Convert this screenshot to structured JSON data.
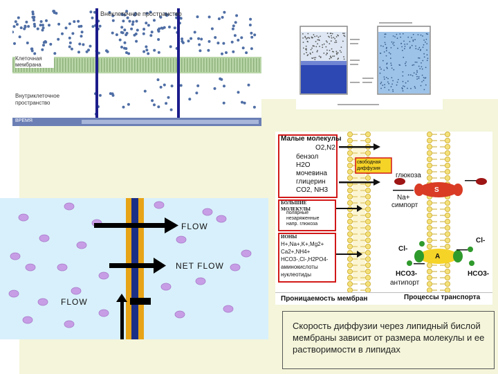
{
  "colors": {
    "page_background": "#f4f5da",
    "membrane_line": "#1c1c8c",
    "molecule_dot": "#4f6ea5",
    "flow_panel_bg": "#d8f0fb",
    "flow_molecule": "#c79ee6",
    "flow_membrane": "#e8a417",
    "arrow_red": "#d21818",
    "lipid_yellow": "#f5e17a",
    "carrier_red": "#d93b25",
    "carrier_green": "#2f9a2c",
    "carrier_yellow": "#f6d327"
  },
  "diffusion_panel": {
    "extracellular_label": "Внеклеточное пространство",
    "membrane_label": "Клеточная мембрана",
    "intracellular_label": "Внутриклеточное пространство",
    "time_label": "ВРЕМЯ"
  },
  "flow_panel": {
    "flow_label_top": "FLOW",
    "net_flow_label": "NET FLOW",
    "flow_label_bottom": "FLOW"
  },
  "membrane_panel": {
    "small_molecules_title": "Малые молекулы",
    "small_molecules": [
      "O2,N2",
      "бензол",
      "H2O",
      "мочевина",
      "глицерин",
      "CO2, NH3"
    ],
    "free_diffusion": "свободная диффузия",
    "large_molecules_title": "БОЛЬШИЕ МОЛЕКУЛЫ",
    "large_molecules_desc": "полярные незаряженные напр. глюкоза",
    "ions_title": "ИОНЫ",
    "ions": [
      "H+,Na+,K+,Mg2+",
      "Ca2+,NH4+",
      "HCO3-,Cl-,H2PO4-",
      "аминокислоты",
      "нуклеотиды"
    ],
    "glucose_label": "глюкоза",
    "symport_ion": "Na+",
    "symport_label": "симпорт",
    "carrier_s": "S",
    "carrier_a": "A",
    "cl_left": "Cl-",
    "cl_right": "Cl-",
    "hco3_left": "HCO3-",
    "hco3_right": "HCO3-",
    "antiport_label": "антипорт",
    "permeability_caption": "Проницаемость мембран",
    "transport_caption": "Процессы транспорта"
  },
  "caption": "Скорость диффузии через липидный бислой мембраны зависит от размера молекулы и ее растворимости в липидах"
}
